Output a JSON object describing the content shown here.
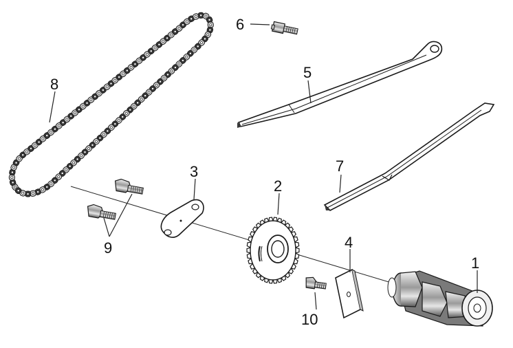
{
  "diagram": {
    "colors": {
      "ink": "#1a1a1a",
      "light": "#ffffff",
      "mid": "#bfbfbf",
      "dark": "#3a3a3a"
    },
    "callouts": [
      {
        "id": "1",
        "label": "1",
        "part": "camshaft"
      },
      {
        "id": "2",
        "label": "2",
        "part": "cam-sprocket"
      },
      {
        "id": "3",
        "label": "3",
        "part": "sprocket-plate"
      },
      {
        "id": "4",
        "label": "4",
        "part": "tensioner-plate"
      },
      {
        "id": "5",
        "label": "5",
        "part": "tensioner-guide"
      },
      {
        "id": "6",
        "label": "6",
        "part": "bolt-top"
      },
      {
        "id": "7",
        "label": "7",
        "part": "chain-guide"
      },
      {
        "id": "8",
        "label": "8",
        "part": "cam-chain"
      },
      {
        "id": "9",
        "label": "9",
        "part": "bolts-pair"
      },
      {
        "id": "10",
        "label": "10",
        "part": "bolt-small"
      }
    ]
  }
}
